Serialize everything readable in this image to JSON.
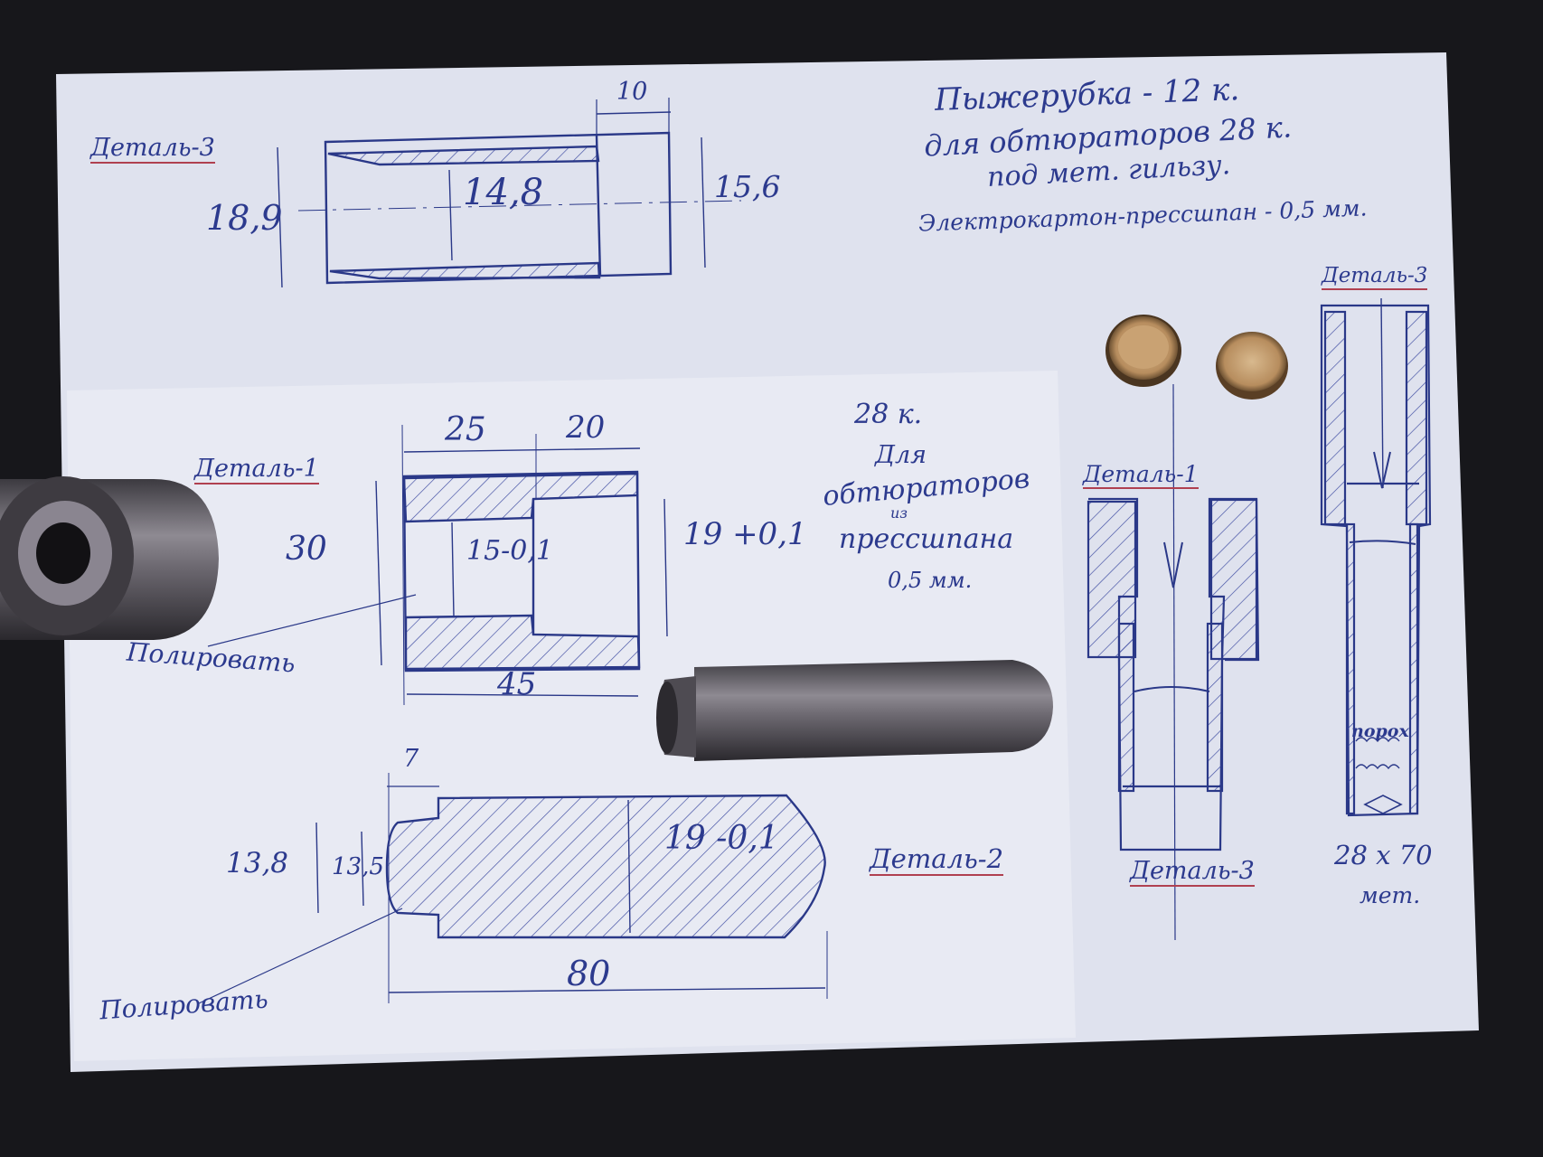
{
  "header": {
    "title": "Пыжерубка - 12 к.",
    "line2": "для обтюраторов 28 к.",
    "line3": "под мет. гильзу.",
    "material": "Электрокартон-прессшпан - 0,5 мм."
  },
  "detail3": {
    "label": "Деталь-3",
    "dims": [
      "10",
      "18,9",
      "14,8",
      "15,6"
    ]
  },
  "detail1": {
    "label": "Деталь-1",
    "dims": [
      "25",
      "20",
      "30",
      "15-0,1",
      "19 +0,1",
      "45"
    ],
    "note": "Полировать"
  },
  "detail2": {
    "label": "Деталь-2",
    "dims": [
      "7",
      "13,8",
      "13,5",
      "19 -0,1",
      "80"
    ],
    "note": "Полировать"
  },
  "caption": {
    "line1": "28 к.",
    "line2": "Для",
    "line3": "обтюраторов",
    "line4": "из",
    "line5": "прессшпана",
    "line6": "0,5 мм."
  },
  "assembly": {
    "left_label_top": "Деталь-1",
    "left_label_bottom": "Деталь-3",
    "right_label_top": "Деталь-3",
    "powder": "порох",
    "cal_line1": "28 x 70",
    "cal_line2": "мет."
  }
}
